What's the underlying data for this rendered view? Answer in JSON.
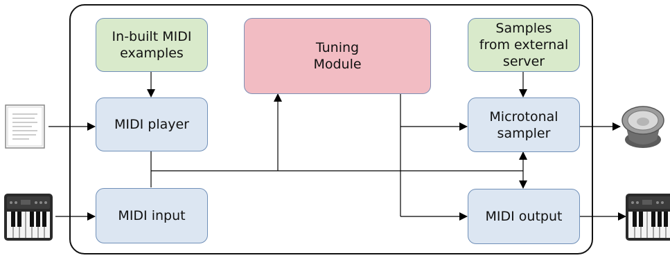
{
  "diagram": {
    "boxes": {
      "builtin_examples": "In-built MIDI\nexamples",
      "tuning_module": "Tuning\nModule",
      "external_samples": "Samples\nfrom external\nserver",
      "midi_player": "MIDI player",
      "microtonal_sampler": "Microtonal\nsampler",
      "midi_input": "MIDI input",
      "midi_output": "MIDI output"
    },
    "external_icons": {
      "input_file": "document-icon",
      "input_keyboard": "keyboard-icon",
      "output_speaker": "speaker-icon",
      "output_keyboard": "keyboard-icon"
    },
    "colors": {
      "processing_box": "#dce6f2",
      "source_box": "#d9eacb",
      "tuning_box": "#f2bcc3",
      "box_border": "#6f8fb8"
    }
  }
}
